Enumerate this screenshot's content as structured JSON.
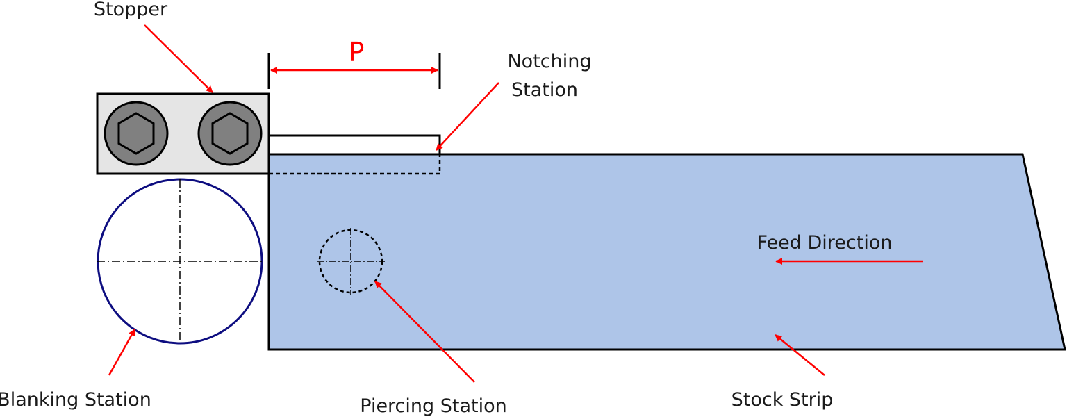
{
  "labels": {
    "stopper": "Stopper",
    "pitch": "P",
    "notching_line1": "Notching",
    "notching_line2": "Station",
    "feed_direction": "Feed Direction",
    "blanking_station": "Blanking Station",
    "piercing_station": "Piercing Station",
    "stock_strip": "Stock Strip"
  },
  "colors": {
    "strip_fill": "#aec5e8",
    "stopper_fill": "#e5e5e5",
    "bolt_fill": "#808080",
    "blank_circle": "#0d0d80",
    "arrow": "#ff0000",
    "outline": "#000000"
  }
}
